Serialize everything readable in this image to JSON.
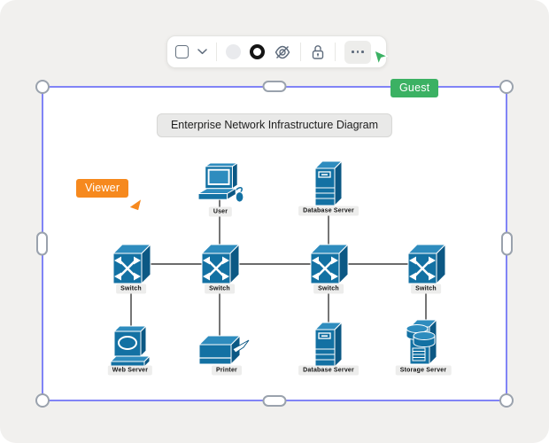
{
  "window": {
    "background": "#F1F0EE"
  },
  "toolbar": {
    "icons": [
      {
        "name": "shape-rectangle-icon",
        "glyph": "rounded-square-outline"
      },
      {
        "name": "chevron-down-icon",
        "glyph": "v"
      },
      {
        "name": "fill-swatch-icon",
        "glyph": "light-circle",
        "color": "#E9EAED"
      },
      {
        "name": "stroke-swatch-icon",
        "glyph": "black-ring",
        "color": "#141414"
      },
      {
        "name": "eye-off-icon",
        "glyph": "hidden-eye"
      },
      {
        "name": "lock-open-icon",
        "glyph": "open-padlock"
      },
      {
        "name": "more-icon",
        "glyph": "ellipsis"
      }
    ]
  },
  "cursors": {
    "guest": {
      "label": "Guest",
      "color": "#3BB163"
    },
    "viewer": {
      "label": "Viewer",
      "color": "#F6891E"
    }
  },
  "frame": {
    "selection_color": "#8184F6",
    "title": "Enterprise Network Infrastructure Diagram"
  },
  "diagram": {
    "palette": {
      "front": "#1371A3",
      "top": "#2E8CBE",
      "side": "#0C5884"
    },
    "nodes": [
      {
        "id": "user",
        "type": "workstation",
        "label": "User"
      },
      {
        "id": "db-server-top",
        "type": "server-tower",
        "label": "Database Server"
      },
      {
        "id": "switch-1",
        "type": "switch",
        "label": "Switch"
      },
      {
        "id": "switch-2",
        "type": "switch",
        "label": "Switch"
      },
      {
        "id": "switch-3",
        "type": "switch",
        "label": "Switch"
      },
      {
        "id": "switch-4",
        "type": "switch",
        "label": "Switch"
      },
      {
        "id": "web-server",
        "type": "terminal",
        "label": "Web Server"
      },
      {
        "id": "printer",
        "type": "printer",
        "label": "Printer"
      },
      {
        "id": "db-server-bottom",
        "type": "server-tower",
        "label": "Database Server"
      },
      {
        "id": "storage-server",
        "type": "storage-tower",
        "label": "Storage Server"
      }
    ],
    "connections": [
      {
        "from": "user",
        "to": "switch-2"
      },
      {
        "from": "db-server-top",
        "to": "switch-3"
      },
      {
        "from": "switch-1",
        "to": "switch-2"
      },
      {
        "from": "switch-2",
        "to": "switch-3"
      },
      {
        "from": "switch-3",
        "to": "switch-4"
      },
      {
        "from": "switch-1",
        "to": "web-server"
      },
      {
        "from": "switch-2",
        "to": "printer"
      },
      {
        "from": "switch-3",
        "to": "db-server-bottom"
      },
      {
        "from": "switch-4",
        "to": "storage-server"
      }
    ]
  }
}
